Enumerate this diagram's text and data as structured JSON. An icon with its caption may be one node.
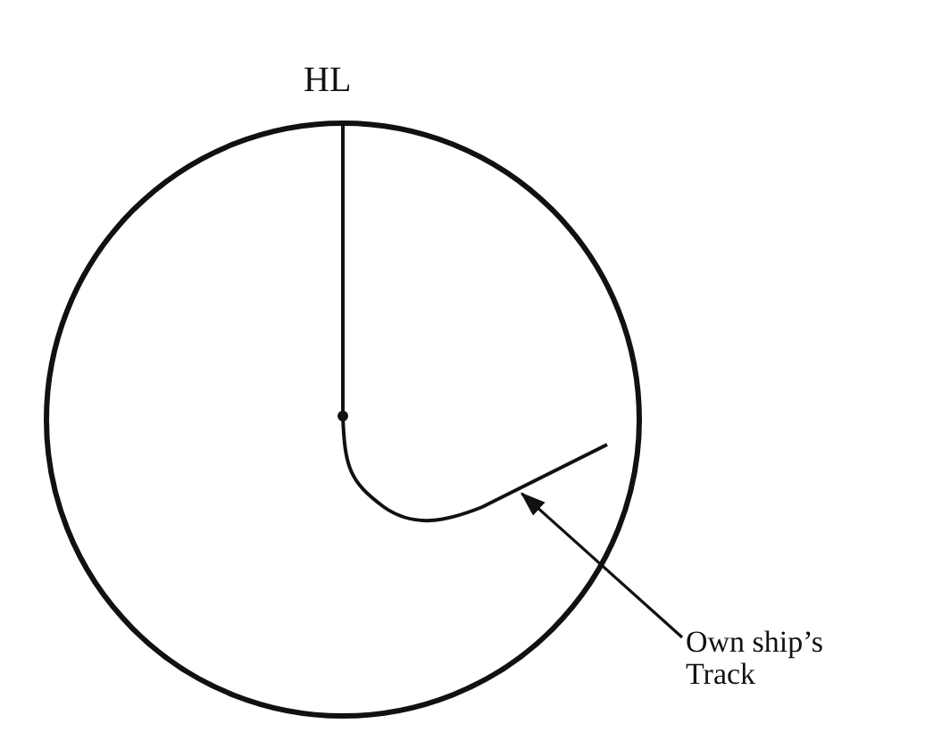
{
  "diagram": {
    "nodes": [
      {
        "text": [
          "Own ship’s Track"
        ]
      },
      {
        "text": [],
        "shape": "curve"
      }
    ],
    "edges": [
      {
        "from": 0,
        "to": 1,
        "arrow": "to"
      }
    ],
    "labels": [
      "HL"
    ]
  }
}
